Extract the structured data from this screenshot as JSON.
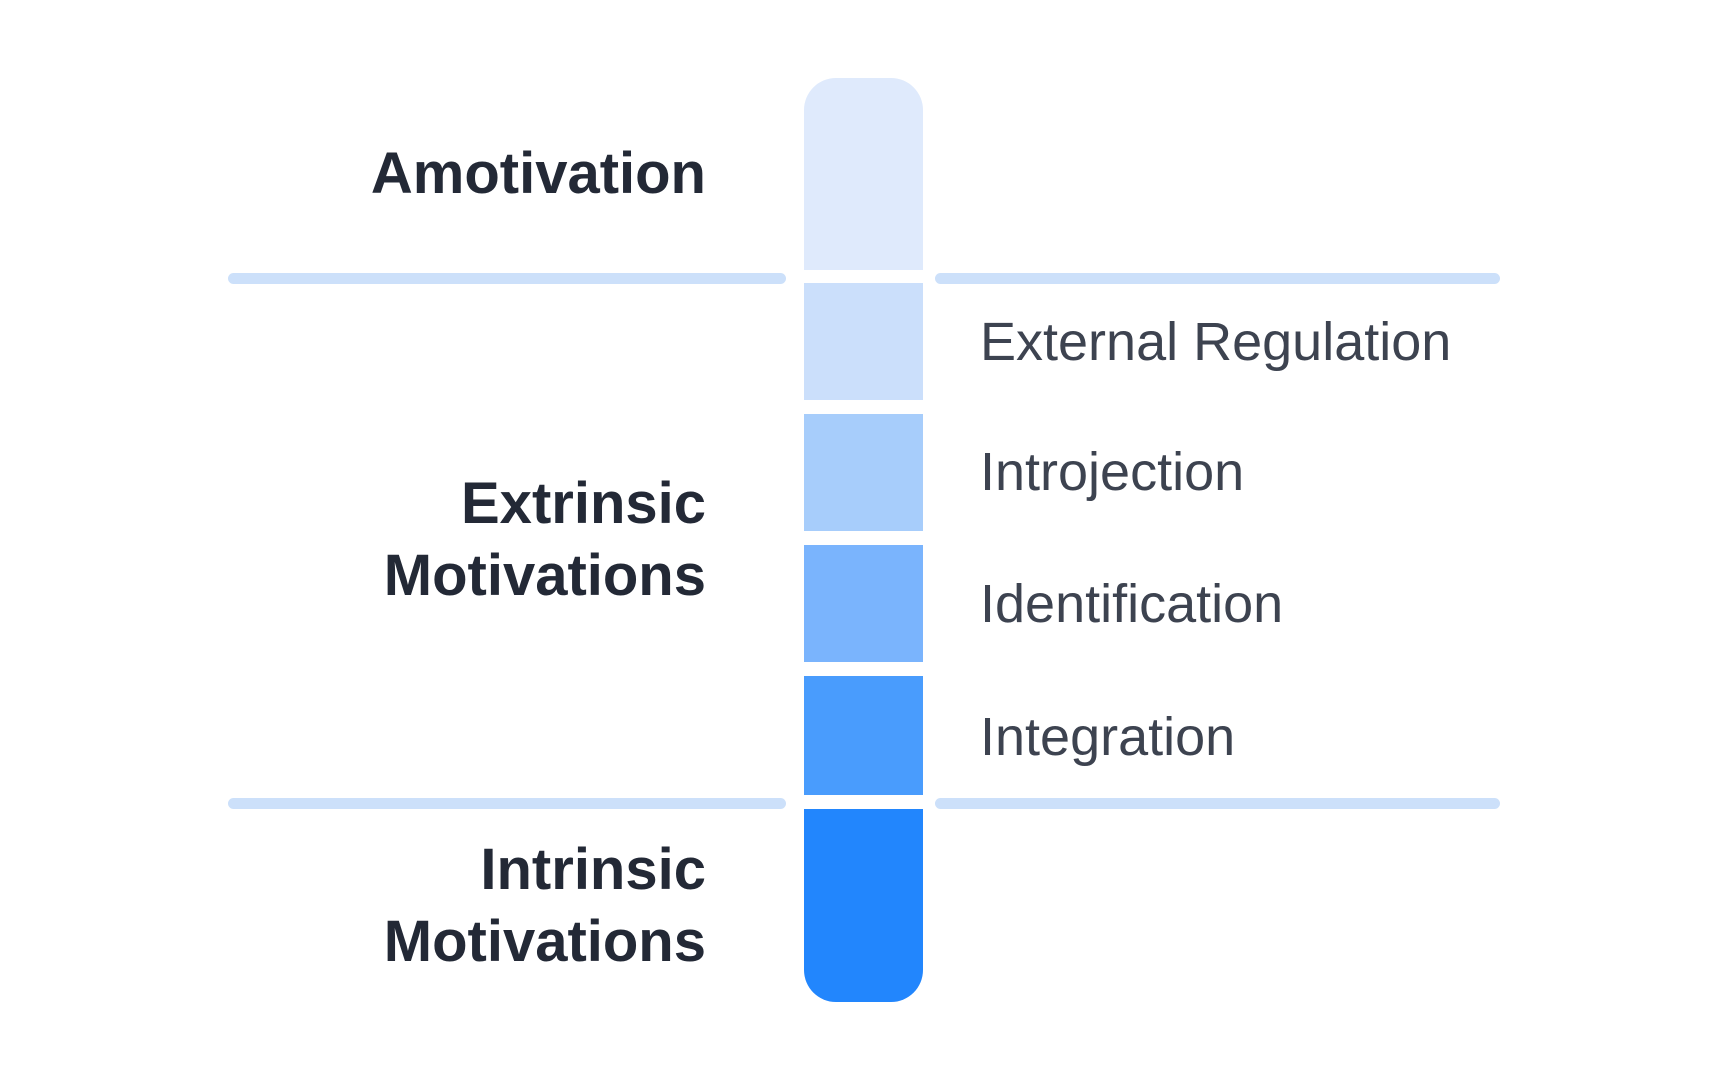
{
  "diagram": {
    "kind": "motivation-spectrum",
    "left_categories": {
      "amotivation": {
        "label": "Amotivation"
      },
      "extrinsic": {
        "line1": "Extrinsic",
        "line2": "Motivations"
      },
      "intrinsic": {
        "line1": "Intrinsic",
        "line2": "Motivations"
      }
    },
    "right_labels": [
      "External Regulation",
      "Introjection",
      "Identification",
      "Integration"
    ],
    "segments": [
      {
        "name": "amotivation",
        "color": "#dfeafc"
      },
      {
        "name": "external-regulation",
        "color": "#cbdffb"
      },
      {
        "name": "introjection",
        "color": "#a7cdfb"
      },
      {
        "name": "identification",
        "color": "#7ab4fd"
      },
      {
        "name": "integration",
        "color": "#499cfd"
      },
      {
        "name": "intrinsic",
        "color": "#2286fd"
      }
    ],
    "colors": {
      "divider": "#cce0fa",
      "left_label_text": "#232936",
      "right_label_text": "#3d4350",
      "background": "#ffffff"
    }
  }
}
